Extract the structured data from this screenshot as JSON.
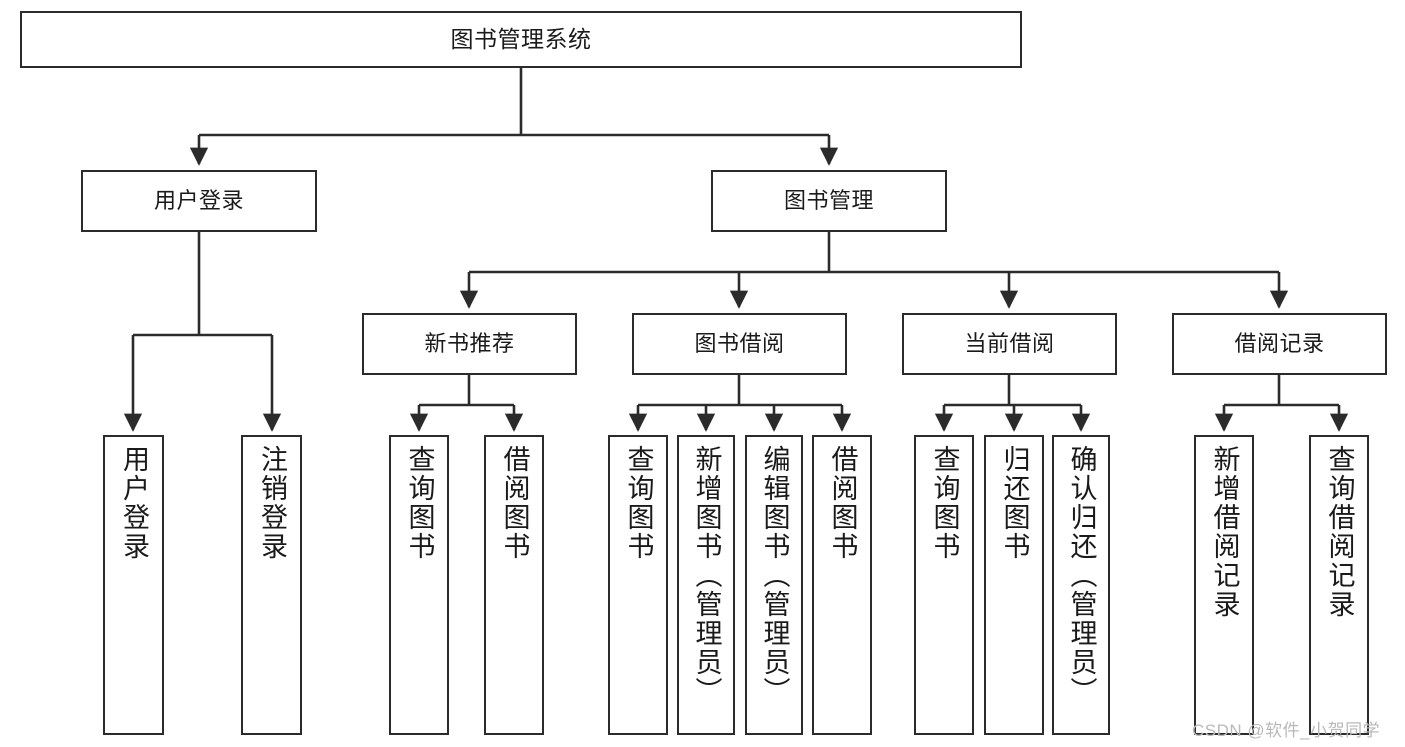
{
  "diagram": {
    "type": "tree",
    "title": "图书管理系统",
    "root": {
      "id": "root",
      "label": "图书管理系统"
    },
    "level2": [
      {
        "id": "user-login",
        "label": "用户登录"
      },
      {
        "id": "book-manage",
        "label": "图书管理"
      }
    ],
    "level3": [
      {
        "id": "new-book-recommend",
        "label": "新书推荐"
      },
      {
        "id": "book-borrow",
        "label": "图书借阅"
      },
      {
        "id": "current-borrow",
        "label": "当前借阅"
      },
      {
        "id": "borrow-record",
        "label": "借阅记录"
      }
    ],
    "leaves": [
      {
        "id": "leaf-user-login",
        "label": "用户登录",
        "parent": "user-login"
      },
      {
        "id": "leaf-user-logout",
        "label": "注销登录",
        "parent": "user-login"
      },
      {
        "id": "leaf-query-book-1",
        "label": "查询图书",
        "parent": "new-book-recommend"
      },
      {
        "id": "leaf-borrow-book-1",
        "label": "借阅图书",
        "parent": "new-book-recommend"
      },
      {
        "id": "leaf-query-book-2",
        "label": "查询图书",
        "parent": "book-borrow"
      },
      {
        "id": "leaf-add-book",
        "label": "新增图书（管理员）",
        "parent": "book-borrow"
      },
      {
        "id": "leaf-edit-book",
        "label": "编辑图书（管理员）",
        "parent": "book-borrow"
      },
      {
        "id": "leaf-borrow-book-2",
        "label": "借阅图书",
        "parent": "book-borrow"
      },
      {
        "id": "leaf-query-book-3",
        "label": "查询图书",
        "parent": "current-borrow"
      },
      {
        "id": "leaf-return-book",
        "label": "归还图书",
        "parent": "current-borrow"
      },
      {
        "id": "leaf-confirm-return",
        "label": "确认归还（管理员）",
        "parent": "current-borrow"
      },
      {
        "id": "leaf-add-record",
        "label": "新增借阅记录",
        "parent": "borrow-record"
      },
      {
        "id": "leaf-query-record",
        "label": "查询借阅记录",
        "parent": "borrow-record"
      }
    ],
    "colors": {
      "stroke": "#2b2b2b",
      "fill": "#ffffff",
      "text": "#1a1a1a",
      "watermark": "#b9b9b9"
    }
  },
  "watermark": {
    "text": "CSDN @软件_小贺同学"
  }
}
